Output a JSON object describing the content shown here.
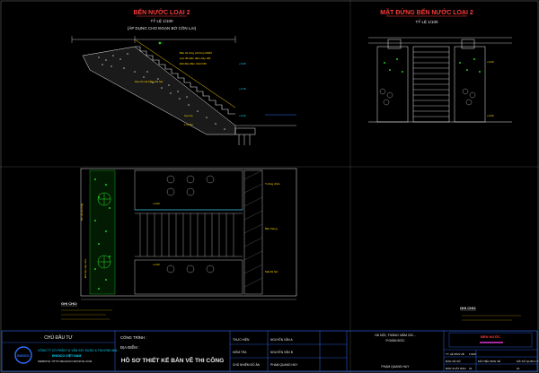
{
  "colors": {
    "background": "#000000",
    "title_red": "#ff3b3b",
    "yellow": "#ffd400",
    "cyan": "#00d8ff",
    "green": "#22cc22",
    "white": "#e8e8e8",
    "blue": "#2f6fff",
    "magenta": "#ff40ff"
  },
  "elevation_view": {
    "title": "BẾN NƯỚC LOẠI 2",
    "scale": "TỶ LỆ 1/100",
    "note": "(ÁP DỤNG CHO ĐOẠN BỜ CÔN LẠI)"
  },
  "front_view": {
    "title": "MẶT ĐỨNG BẾN NƯỚC LOẠI 2",
    "scale": "TỶ LỆ 1/100"
  },
  "plan_view": {
    "notes_heading_left": "GHI CHÚ:",
    "notes_heading_right": "GHI CHÚ:"
  },
  "title_block": {
    "owner_label": "CHỦ ĐẦU TƯ",
    "company_line1": "CÔNG TY CỔ PHẦN TƯ VẤN XÂY DỰNG & THƯƠNG MẠI",
    "company_line2": "ENGICO VIỆT NAM",
    "company_line3": "WEBSITE: HTTP://ENGICO.WIXSITE.COM",
    "logo_text": "ENGICO",
    "project_label": "CÔNG TRÌNH :",
    "location_label": "ĐỊA ĐIỂM :",
    "stage": "HỒ SƠ THIẾT KẾ BẢN VẼ THI CÔNG",
    "roles": [
      "THỰC HIỆN",
      "KIỂM TRA",
      "CHỦ NHIỆM ĐỒ ÁN"
    ],
    "names": [
      "NGUYỄN VĂN A",
      "NGUYỄN VĂN B",
      "PHẠM QUANG HUY"
    ],
    "date_line": "HÀ NỘI, THÁNG    NĂM 202...",
    "director": "P.GIÁM ĐỐC",
    "director_name": "PHẠM QUANG HUY",
    "sheet_title": "BẾN NƯỚC",
    "meta_labels": [
      "TỶ LỆ BẢN VẼ",
      "BẢN VẼ SỐ",
      "MÃ HIỆU BẢN VẼ",
      "BẢN XUẤT BẢN"
    ],
    "meta_values": [
      "1/100",
      "01",
      "MÃ SỐ QUẢN LÝ",
      "01"
    ]
  }
}
